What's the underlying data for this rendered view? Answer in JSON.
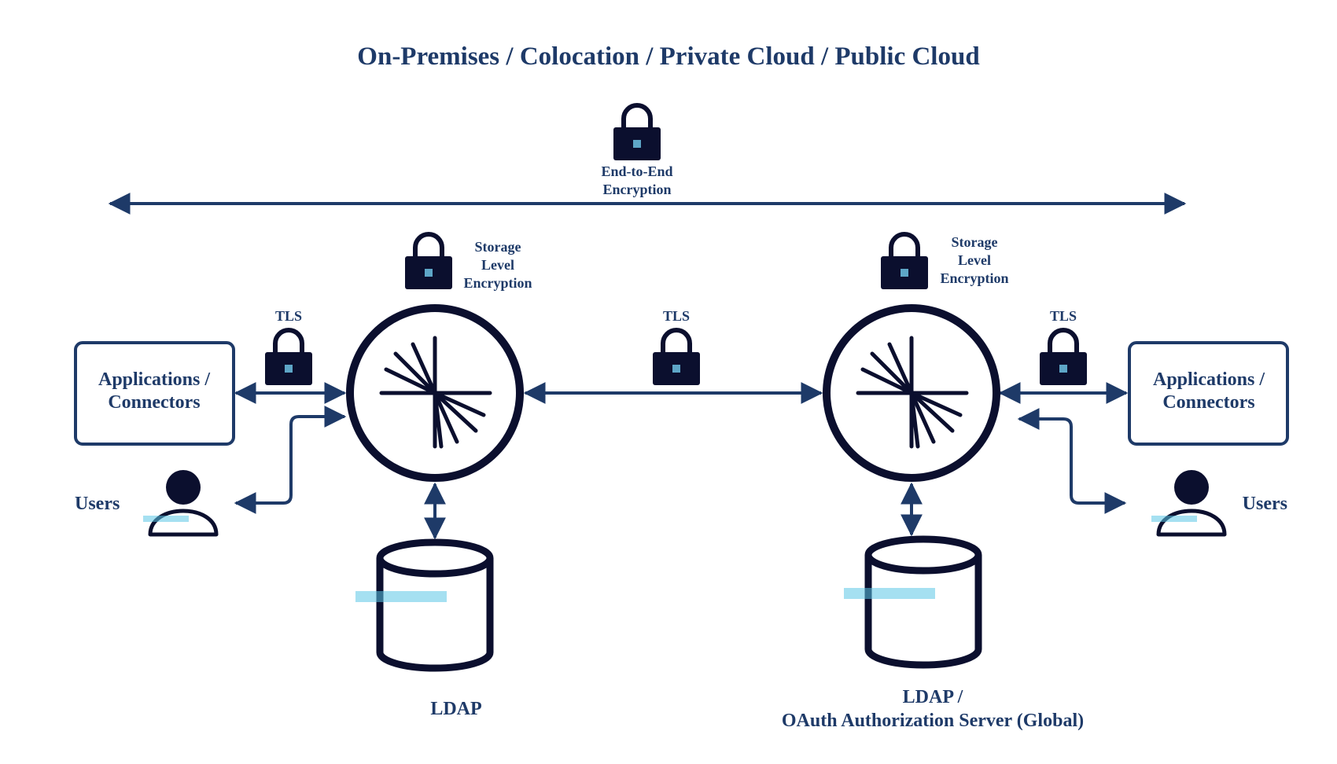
{
  "title": "On-Premises / Colocation / Private Cloud / Public Cloud",
  "e2e": {
    "line1": "End-to-End",
    "line2": "Encryption"
  },
  "left": {
    "app_line1": "Applications /",
    "app_line2": "Connectors",
    "users": "Users",
    "tls": "TLS",
    "storage": [
      "Storage",
      "Level",
      "Encryption"
    ],
    "db": "LDAP"
  },
  "middle": {
    "tls": "TLS"
  },
  "right": {
    "app_line1": "Applications /",
    "app_line2": "Connectors",
    "users": "Users",
    "tls": "TLS",
    "storage": [
      "Storage",
      "Level",
      "Encryption"
    ],
    "db_line1": "LDAP /",
    "db_line2": "OAuth Authorization Server (Global)"
  },
  "colors": {
    "text": "#1e3a68",
    "icon": "#0b0f2e",
    "accent": "#5bc7e6"
  }
}
